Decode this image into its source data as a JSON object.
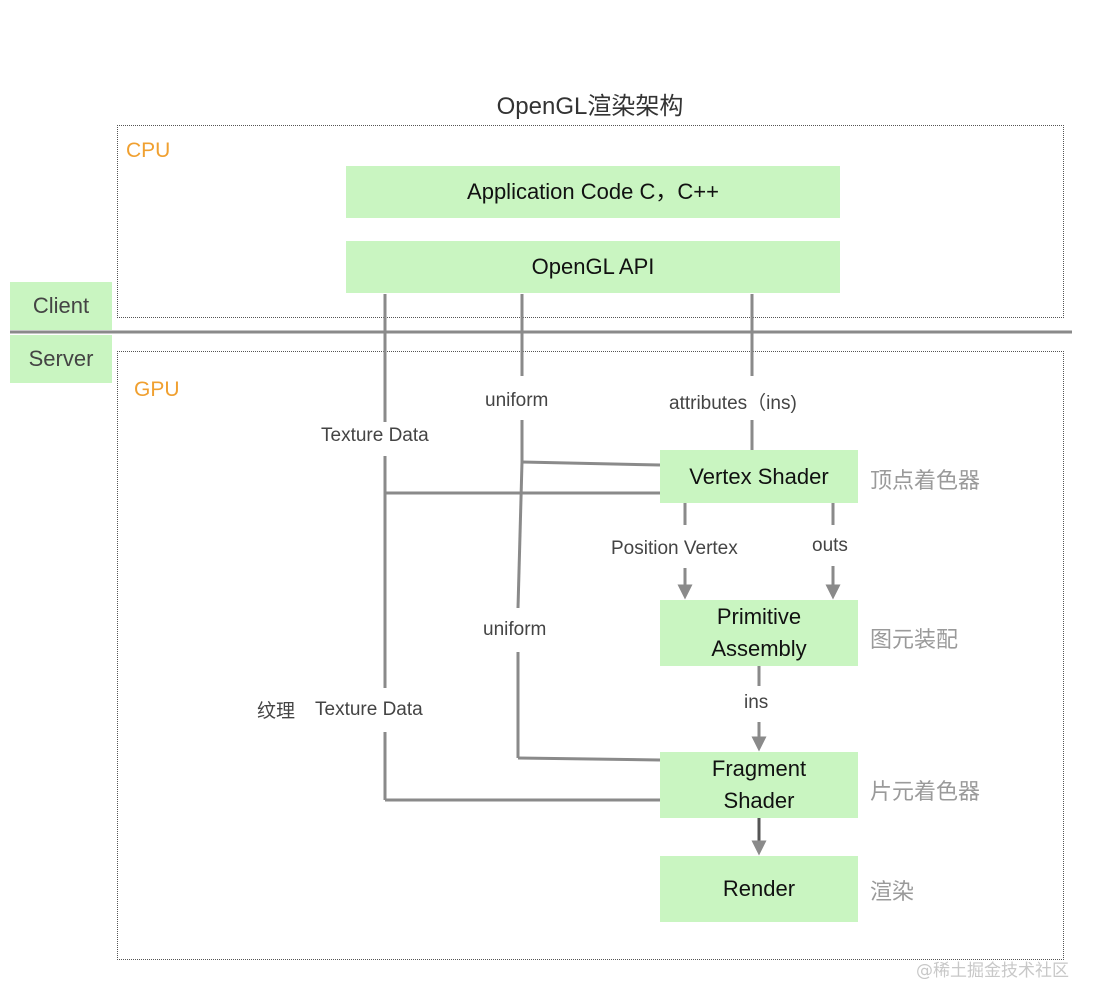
{
  "title": "OpenGL渲染架构",
  "regions": {
    "cpu": "CPU",
    "gpu": "GPU"
  },
  "sides": {
    "client": "Client",
    "server": "Server"
  },
  "boxes": {
    "app_code": "Application Code C，C++",
    "opengl_api": "OpenGL API",
    "vertex_shader": "Vertex Shader",
    "primitive_assembly_1": "Primitive",
    "primitive_assembly_2": "Assembly",
    "fragment_shader_1": "Fragment",
    "fragment_shader_2": "Shader",
    "render": "Render"
  },
  "edge_labels": {
    "texture_data_top": "Texture Data",
    "uniform_top": "uniform",
    "attributes": "attributes（ins)",
    "position_vertex": "Position Vertex",
    "outs": "outs",
    "uniform_mid": "uniform",
    "texture_label_cn": "纹理",
    "texture_data_bottom": "Texture Data",
    "ins": "ins"
  },
  "stage_labels_cn": {
    "vertex": "顶点着色器",
    "primitive": "图元装配",
    "fragment": "片元着色器",
    "render": "渲染"
  },
  "watermark": "@稀土掘金技术社区",
  "colors": {
    "box_fill": "#c9f5c1",
    "region_tag": "#f0a030",
    "line": "#8a8a8a"
  }
}
